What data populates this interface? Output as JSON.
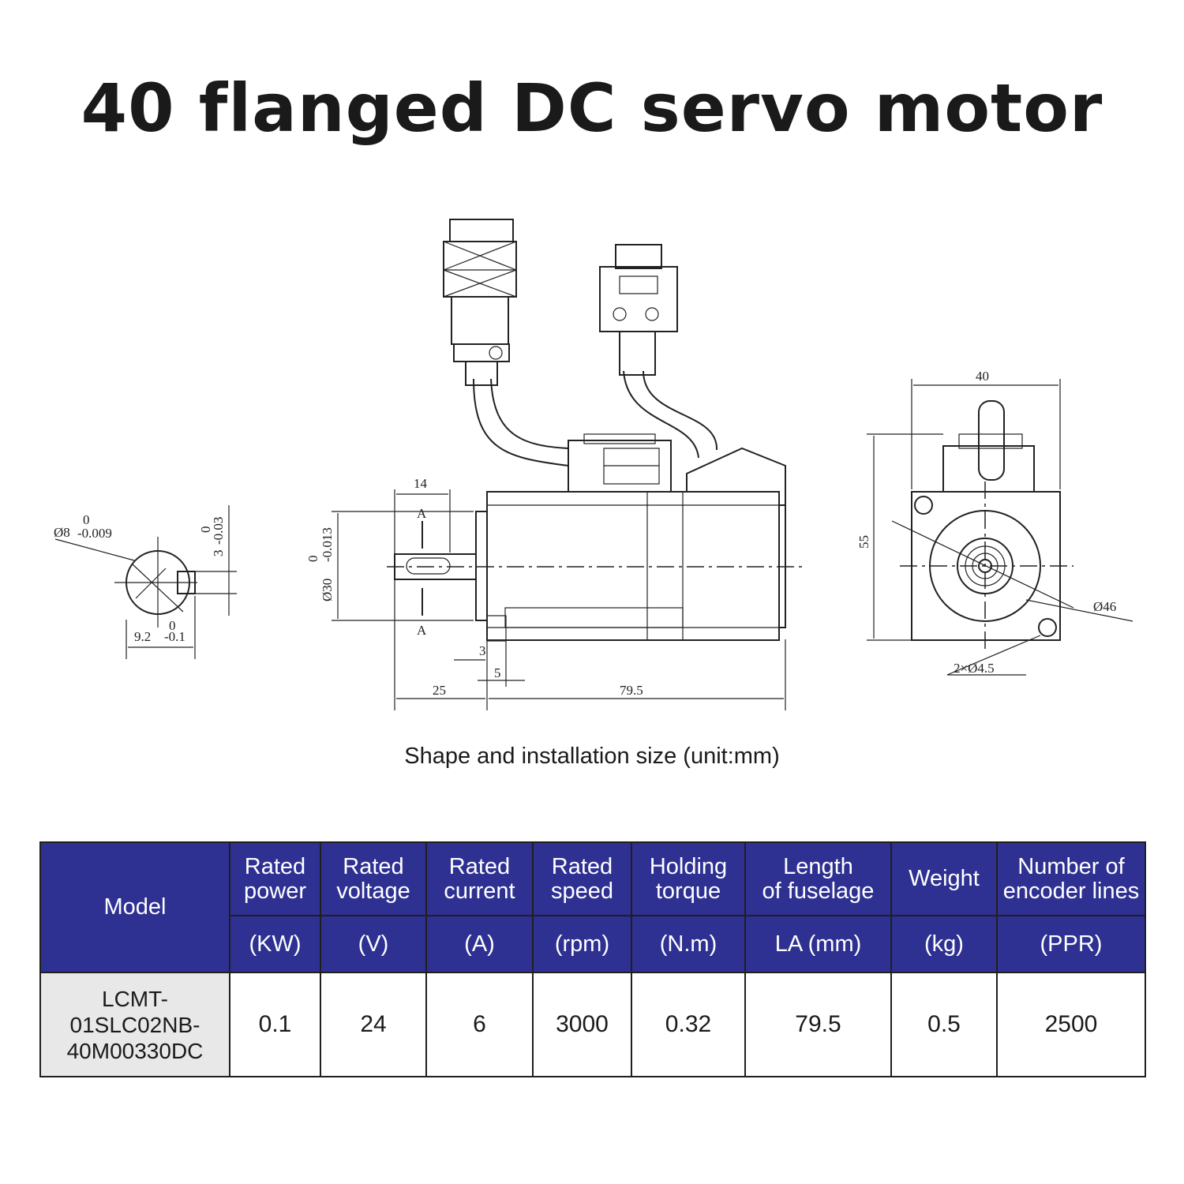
{
  "title": "40 flanged DC servo motor",
  "caption": "Shape and installation size (unit:mm)",
  "drawing": {
    "shaft_dia": "Ø8",
    "shaft_dia_tol_upper": "0",
    "shaft_dia_tol_lower": "-0.009",
    "key_width": "3",
    "key_width_tol_upper": "0",
    "key_width_tol_lower": "-0.03",
    "key_depth": "9.2",
    "key_depth_tol_upper": "0",
    "key_depth_tol_lower": "-0.1",
    "dim_14": "14",
    "section_label": "A",
    "spigot_dia": "Ø30",
    "spigot_tol_upper": "0",
    "spigot_tol_lower": "-0.013",
    "dim_3": "3",
    "dim_5": "5",
    "dim_25": "25",
    "dim_79_5": "79.5",
    "dim_40": "40",
    "dim_55": "55",
    "dim_46": "Ø46",
    "dim_holes": "2×Ø4.5"
  },
  "table": {
    "header_model": "Model",
    "columns": [
      {
        "name": "Rated power",
        "line1": "Rated",
        "line2": "power",
        "unit": "(KW)"
      },
      {
        "name": "Rated voltage",
        "line1": "Rated",
        "line2": "voltage",
        "unit": "(V)"
      },
      {
        "name": "Rated current",
        "line1": "Rated",
        "line2": "current",
        "unit": "(A)"
      },
      {
        "name": "Rated speed",
        "line1": "Rated",
        "line2": "speed",
        "unit": "(rpm)"
      },
      {
        "name": "Holding torque",
        "line1": "Holding",
        "line2": "torque",
        "unit": "(N.m)"
      },
      {
        "name": "Length of fuselage",
        "line1": "Length",
        "line2": "of fuselage",
        "unit": "LA (mm)"
      },
      {
        "name": "Weight",
        "line1": "Weight",
        "line2": "",
        "unit": "(kg)"
      },
      {
        "name": "Number of encoder lines",
        "line1": "Number of",
        "line2": "encoder lines",
        "unit": "(PPR)"
      }
    ],
    "rows": [
      {
        "model_line1": "LCMT-",
        "model_line2": "01SLC02NB-",
        "model_line3": "40M00330DC",
        "values": [
          "0.1",
          "24",
          "6",
          "3000",
          "0.32",
          "79.5",
          "0.5",
          "2500"
        ]
      }
    ]
  },
  "colors": {
    "header_bg": "#2e3192",
    "model_cell_bg": "#e8e8e8"
  }
}
